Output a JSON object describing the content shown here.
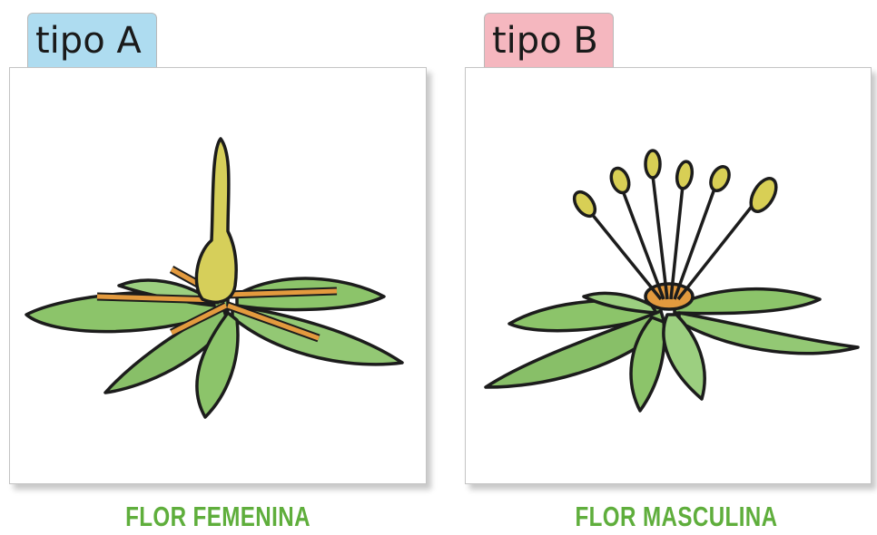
{
  "panels": [
    {
      "tab_label": "tipo A",
      "tab_color": "#aedcf0",
      "caption": "FLOR FEMENINA"
    },
    {
      "tab_label": "tipo B",
      "tab_color": "#f5b7bf",
      "caption": "FLOR MASCULINA"
    }
  ],
  "colors": {
    "leaf": "#8cc46a",
    "leaf_dark": "#5f9b45",
    "pistil": "#d6cf5a",
    "stamen_orange": "#e39a3e",
    "anther_yellow": "#d8cf55",
    "caption_green": "#5fae3c"
  }
}
